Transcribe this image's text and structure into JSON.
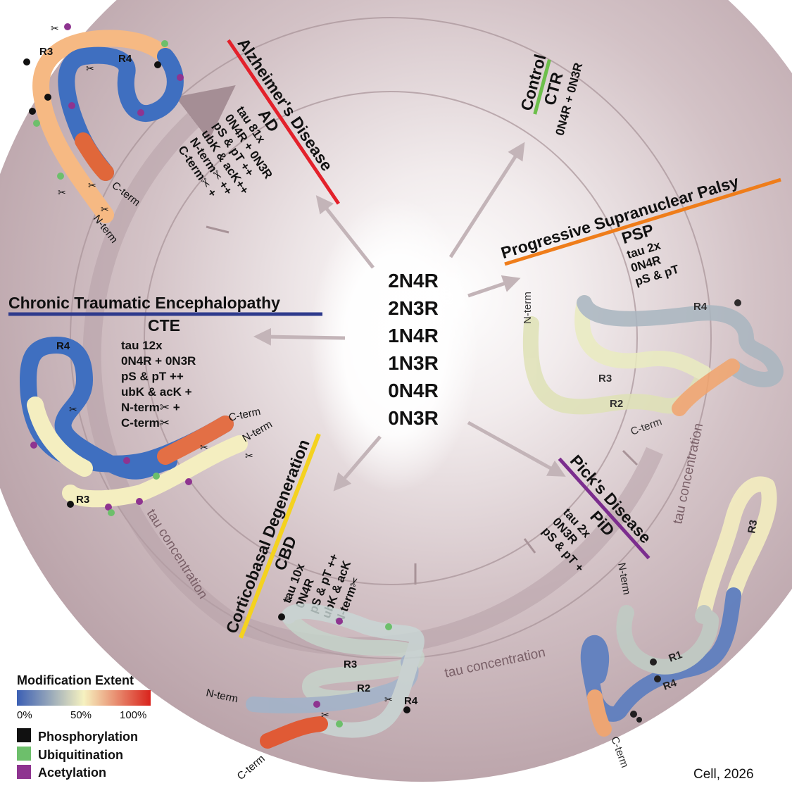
{
  "isoforms": [
    "2N4R",
    "2N3R",
    "1N4R",
    "1N3R",
    "0N4R",
    "0N3R"
  ],
  "diseases": {
    "control": {
      "name": "Control",
      "abbr": "CTR",
      "info": [
        "0N4R + 0N3R"
      ],
      "color": "#6dbf4b"
    },
    "ad": {
      "name": "Alzheimer's Disease",
      "abbr": "AD",
      "info": [
        "tau 81x",
        "0N4R + 0N3R",
        "pS & pT    ++",
        "ubK & acK++",
        "N-term✂  ++",
        "C-term✂  +"
      ],
      "color": "#e3212b"
    },
    "psp": {
      "name": "Progressive Supranuclear Palsy",
      "abbr": "PSP",
      "info": [
        "tau 2x",
        "0N4R",
        "pS & pT"
      ],
      "color": "#ef7d1a"
    },
    "cte": {
      "name": "Chronic Traumatic Encephalopathy",
      "abbr": "CTE",
      "info": [
        "tau 12x",
        "0N4R + 0N3R",
        "pS & pT    ++",
        "ubK & acK +",
        "N-term✂    +",
        "C-term✂"
      ],
      "color": "#2e3a8c"
    },
    "cbd": {
      "name": "Corticobasal Degeneration",
      "abbr": "CBD",
      "info": [
        "tau 10x",
        "0N4R",
        "pS & pT ++",
        "ubK & acK",
        "N-term✂"
      ],
      "color": "#f4d21f"
    },
    "pid": {
      "name": "Pick's Disease",
      "abbr": "PiD",
      "info": [
        "tau 2x",
        "0N3R",
        "pS & pT +"
      ],
      "color": "#7b2d8e"
    }
  },
  "axis_label": "tau concentration",
  "terms": {
    "n": "N-term",
    "c": "C-term"
  },
  "regions": {
    "r1": "R1",
    "r2": "R2",
    "r3": "R3",
    "r4": "R4"
  },
  "legend": {
    "title": "Modification Extent",
    "ticks": [
      "0%",
      "50%",
      "100%"
    ],
    "gradient": [
      "#3b5fb4",
      "#f6f2c0",
      "#d9231c"
    ],
    "items": [
      {
        "label": "Phosphorylation",
        "color": "#111111"
      },
      {
        "label": "Ubiquitination",
        "color": "#6dbf6b"
      },
      {
        "label": "Acetylation",
        "color": "#8e3490"
      }
    ]
  },
  "citation": "Cell, 2026",
  "icons": {
    "cleavage": "scissors-icon"
  }
}
